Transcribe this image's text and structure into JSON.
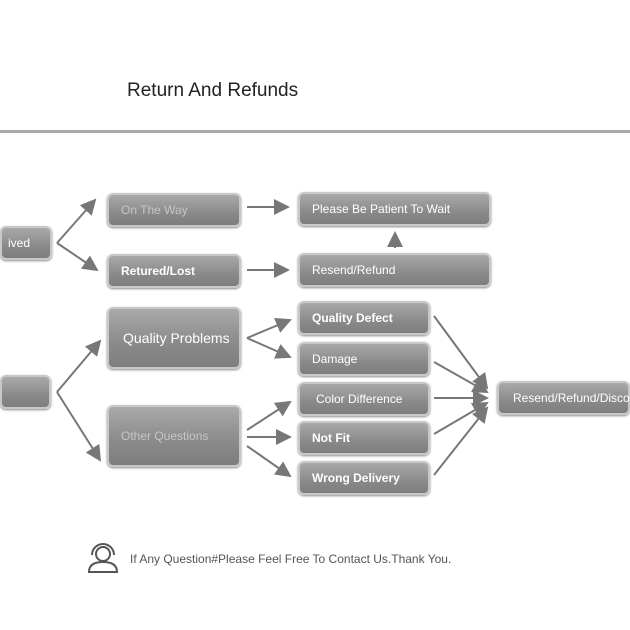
{
  "title": "Return And Refunds",
  "nodes": {
    "not_received": "ived",
    "received": "",
    "on_the_way": "On The Way",
    "retured_lost": "Retured/Lost",
    "please_wait": "Please Be Patient To Wait",
    "resend_refund": "Resend/Refund",
    "quality_problems": "Quality Problems",
    "other_questions": "Other Questions",
    "quality_defect": "Quality Defect",
    "damage": "Damage",
    "color_difference": "Color Difference",
    "not_fit": "Not Fit",
    "wrong_delivery": "Wrong Delivery",
    "resend_refund_discount": "Resend/Refund/Disco"
  },
  "footer": {
    "icon": "headset-support-icon",
    "text": "If Any Question#Please Feel Free To Contact Us.Thank You."
  }
}
